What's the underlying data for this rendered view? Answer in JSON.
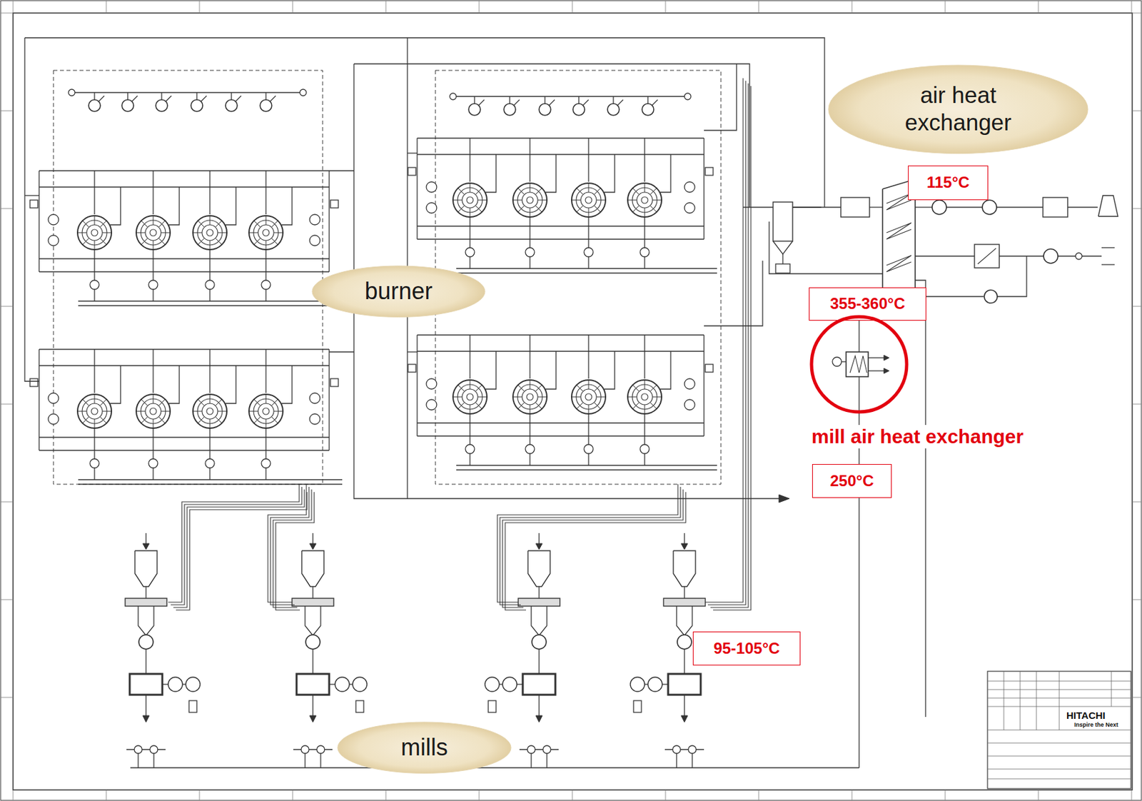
{
  "diagram": {
    "nodes": [
      {
        "text": [
          "air heat exchanger"
        ]
      },
      {
        "text": [
          "115°C"
        ]
      },
      {
        "text": [
          "burner"
        ]
      },
      {
        "text": [
          "355-360°C"
        ]
      },
      {
        "text": [
          "mill air heat exchanger"
        ]
      },
      {
        "text": [
          "250°C"
        ]
      },
      {
        "text": [
          "95-105°C"
        ]
      },
      {
        "text": [
          "mills"
        ]
      }
    ],
    "labels": [
      "HITACHI",
      "Inspire the Next"
    ]
  }
}
